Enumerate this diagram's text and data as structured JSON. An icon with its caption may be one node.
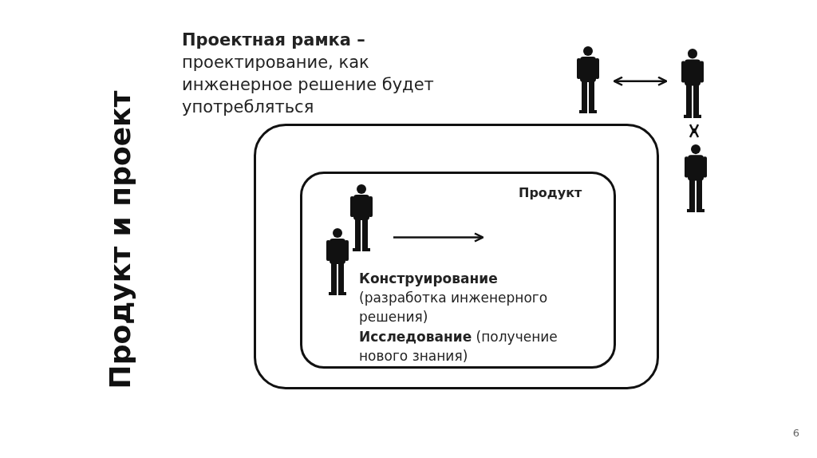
{
  "diagram": {
    "title": "Продукт и проект",
    "nodes": [
      {
        "text": [
          "**Проектная рамка –** проектирование, как инженерное решение будет употребляться"
        ]
      },
      {
        "text": [
          "Продукт",
          "**Конструирование** (разработка инженерного решения)",
          "**Исследование** (получение нового знания)"
        ],
        "in": 0
      },
      {
        "text": [],
        "shape": "person",
        "in": 1
      },
      {
        "text": [],
        "shape": "person",
        "in": 1
      },
      {
        "text": [],
        "shape": "person"
      },
      {
        "text": [],
        "shape": "person"
      },
      {
        "text": [],
        "shape": "person"
      }
    ],
    "edges": [
      {
        "from": 2,
        "to": null,
        "arrow": "to"
      },
      {
        "from": 4,
        "to": 5,
        "arrow": "both"
      },
      {
        "from": 5,
        "to": 6,
        "arrow": "both"
      }
    ],
    "labels": [
      "6"
    ]
  }
}
